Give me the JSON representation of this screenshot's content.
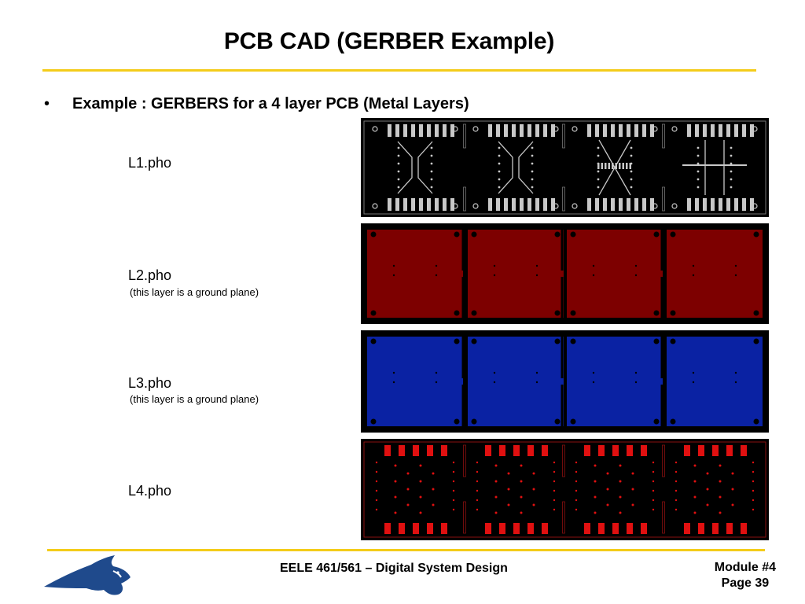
{
  "title": "PCB CAD (GERBER Example)",
  "bullet": {
    "marker": "•",
    "text": "Example : GERBERS for a 4 layer PCB (Metal Layers)"
  },
  "layers": [
    {
      "name": "L1.pho",
      "note": ""
    },
    {
      "name": "L2.pho",
      "note": "(this layer is a ground plane)"
    },
    {
      "name": "L3.pho",
      "note": "(this layer is a ground plane)"
    },
    {
      "name": "L4.pho",
      "note": ""
    }
  ],
  "colors": {
    "accent_rule": "#f4cc1a",
    "layer1_copper": "#c8c8c8",
    "layer2_plane": "#7d0000",
    "layer3_plane": "#0a22a3",
    "layer4_copper": "#e01010",
    "logo_blue": "#1f4a8c"
  },
  "footer": {
    "course": "EELE 461/561 – Digital System Design",
    "module": "Module #4",
    "page": "Page 39"
  }
}
